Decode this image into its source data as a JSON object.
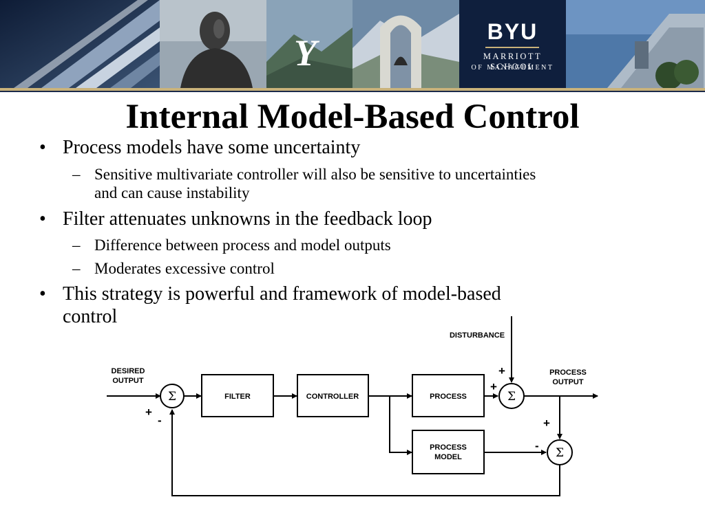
{
  "slide": {
    "title": "Internal Model-Based Control"
  },
  "branding": {
    "logo_main": "BYU",
    "logo_line1": "MARRIOTT SCHOOL",
    "logo_line2": "OF MANAGEMENT",
    "colors": {
      "navy": "#0f1f3d",
      "gold": "#c9b27a"
    }
  },
  "bullets": [
    {
      "text": "Process models have some uncertainty",
      "sub": [
        {
          "line1": "Sensitive multivariate controller will also be sensitive to uncertainties",
          "line2": "and can cause instability"
        }
      ]
    },
    {
      "text": "Filter attenuates unknowns in the feedback loop",
      "sub": [
        {
          "line1": "Difference between process and model outputs"
        },
        {
          "line1": "Moderates excessive control"
        }
      ]
    },
    {
      "text_line1": "This strategy is powerful and framework of model-based",
      "text_line2": "control"
    }
  ],
  "markers": {
    "bullet": "•",
    "dash": "–"
  },
  "diagram": {
    "disturbance": "DISTURBANCE",
    "desired_output_l1": "DESIRED",
    "desired_output_l2": "OUTPUT",
    "process_output_l1": "PROCESS",
    "process_output_l2": "OUTPUT",
    "filter": "FILTER",
    "controller": "CONTROLLER",
    "process": "PROCESS",
    "process_model_l1": "PROCESS",
    "process_model_l2": "MODEL",
    "sigma": "Σ",
    "plus": "+",
    "minus": "-"
  }
}
